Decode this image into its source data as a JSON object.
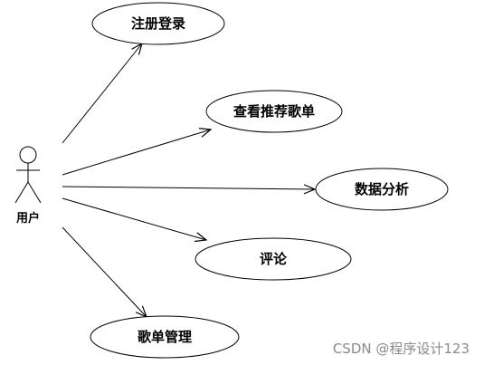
{
  "diagram": {
    "actor": {
      "label": "用户",
      "icon": "stick-figure-actor"
    },
    "use_cases": [
      {
        "id": "register-login",
        "label": "注册登录"
      },
      {
        "id": "view-recommended-playlists",
        "label": "查看推荐歌单"
      },
      {
        "id": "data-analysis",
        "label": "数据分析"
      },
      {
        "id": "comment",
        "label": "评论"
      },
      {
        "id": "playlist-management",
        "label": "歌单管理"
      }
    ],
    "associations": [
      {
        "from": "actor",
        "to": "register-login"
      },
      {
        "from": "actor",
        "to": "view-recommended-playlists"
      },
      {
        "from": "actor",
        "to": "data-analysis"
      },
      {
        "from": "actor",
        "to": "comment"
      },
      {
        "from": "actor",
        "to": "playlist-management"
      }
    ]
  },
  "watermark": "CSDN @程序设计123",
  "colors": {
    "line": "#000000",
    "ellipse_fill": "#ffffff",
    "watermark": "#8a8a8a"
  }
}
